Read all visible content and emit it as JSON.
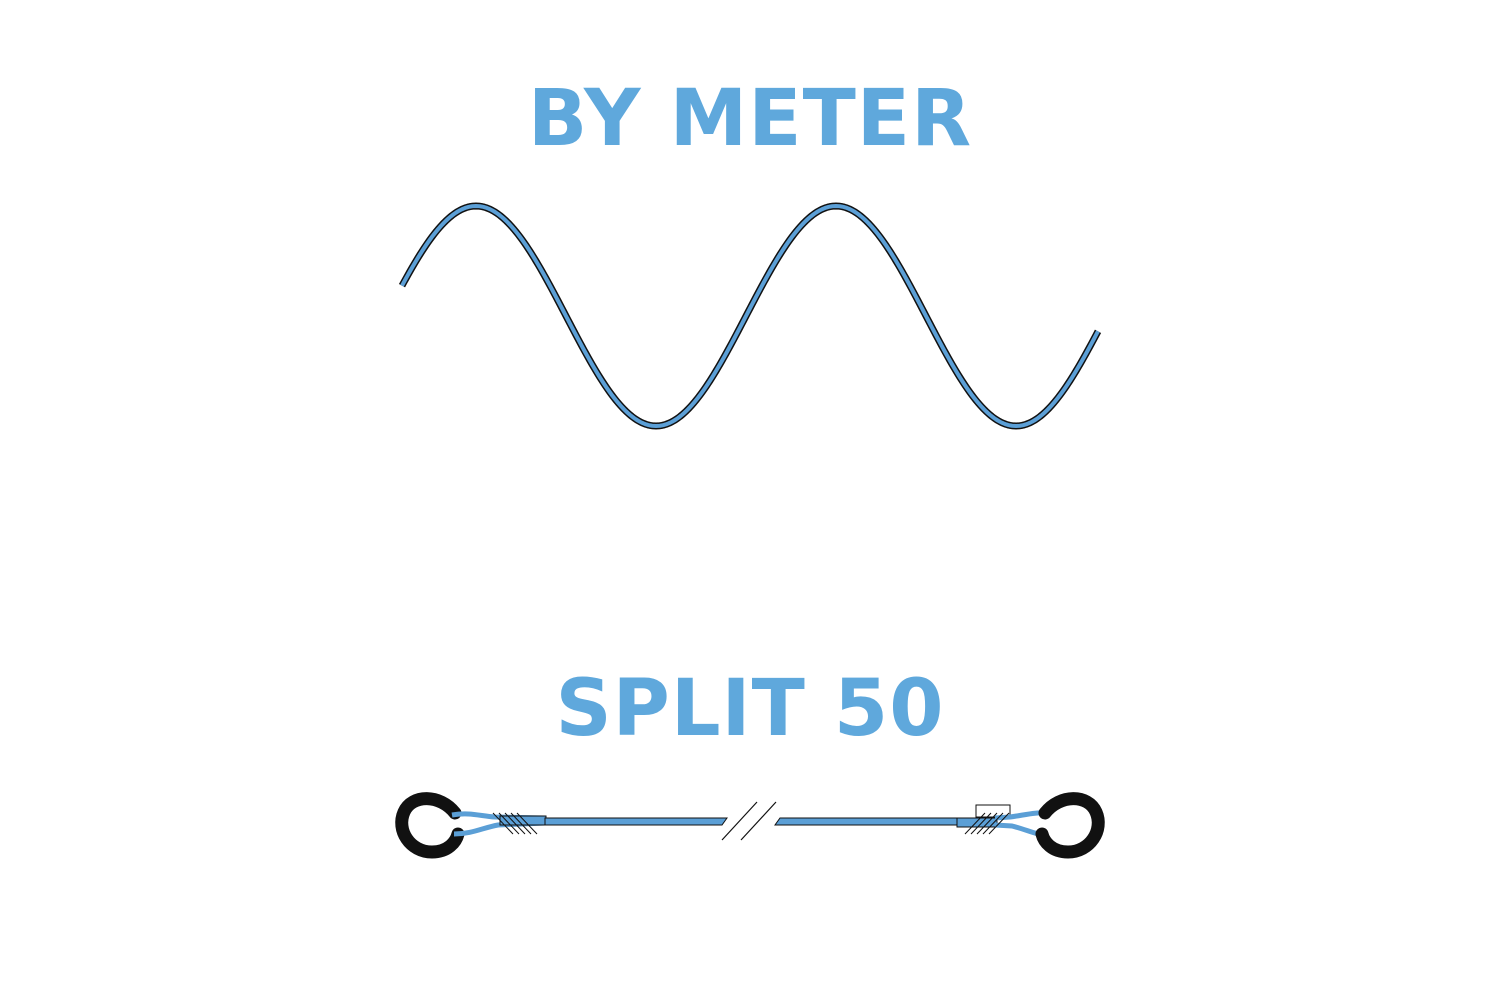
{
  "sections": [
    {
      "title": "BY METER",
      "illustration": "wavy-line-by-meter"
    },
    {
      "title": "SPLIT 50",
      "illustration": "cable-with-loop-ends"
    }
  ],
  "colors": {
    "accent": "#5fa8dc",
    "fill": "#5b9fd6",
    "outline": "#111111",
    "background": "#ffffff"
  }
}
